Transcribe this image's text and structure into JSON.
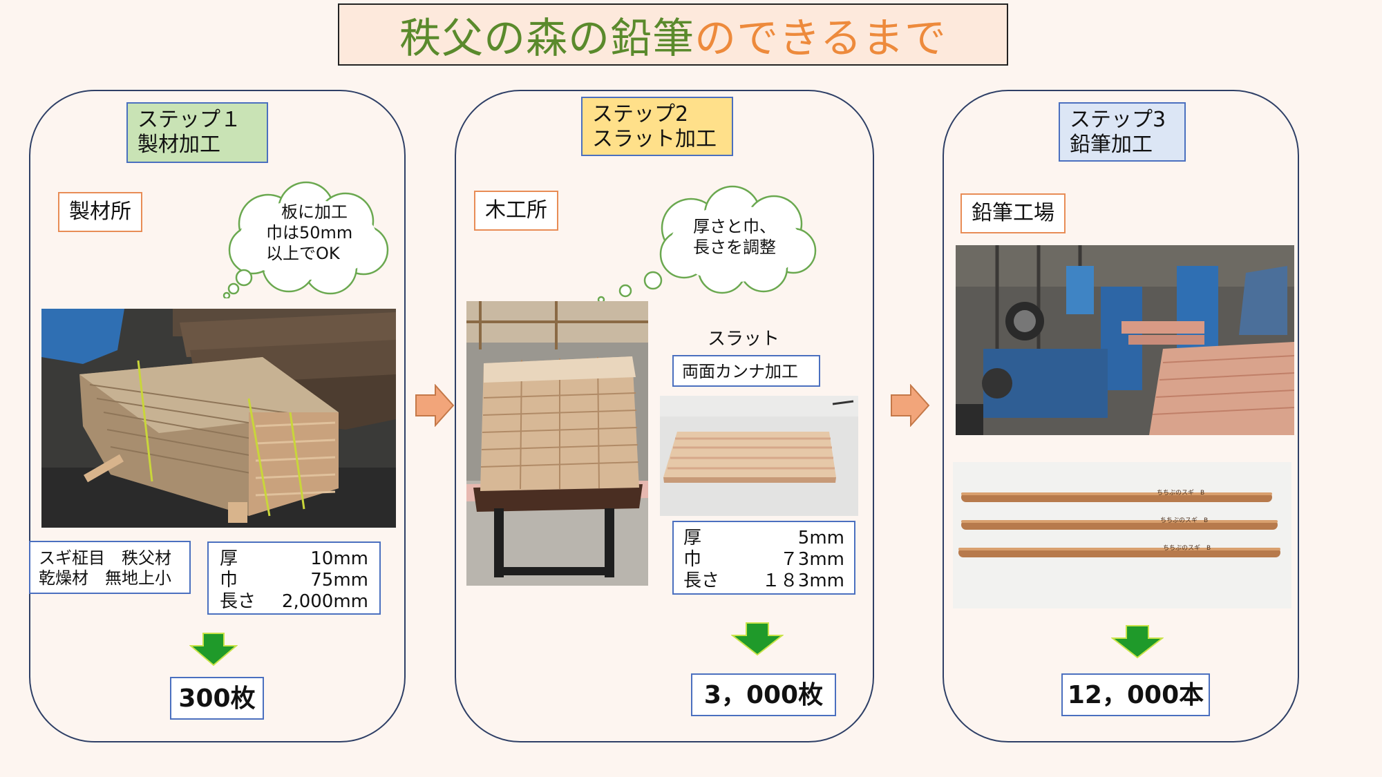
{
  "title": {
    "part1": "秩父の森の鉛筆",
    "part2": "のできるまで"
  },
  "colors": {
    "title_green": "#5a8a2c",
    "title_orange": "#ed8a3c",
    "step1_bg": "#c9e3b5",
    "step2_bg": "#ffe08a",
    "step3_bg": "#dce6f5",
    "arrow_down": "#1f9a2a",
    "arrow_right": "#f2a57a"
  },
  "step1": {
    "label_line1": "ステップ１",
    "label_line2": "製材加工",
    "location": "製材所",
    "thought_line1": "板に加工",
    "thought_line2": "巾は50mm",
    "thought_line3": "以上でOK",
    "material_line1": "スギ柾目　秩父材",
    "material_line2": "乾燥材　無地上小",
    "spec": [
      {
        "name": "厚",
        "value": "10mm"
      },
      {
        "name": "巾",
        "value": "75mm"
      },
      {
        "name": "長さ",
        "value": "2,000mm"
      }
    ],
    "count": "300枚"
  },
  "step2": {
    "label_line1": "ステップ2",
    "label_line2": "スラット加工",
    "location": "木工所",
    "thought_line1": "厚さと巾、",
    "thought_line2": "長さを調整",
    "slat_label": "スラット",
    "planing_label": "両面カンナ加工",
    "spec": [
      {
        "name": "厚",
        "value": "5mm"
      },
      {
        "name": "巾",
        "value": "７3mm"
      },
      {
        "name": "長さ",
        "value": "１８3mm"
      }
    ],
    "count": "3，000枚"
  },
  "step3": {
    "label_line1": "ステップ3",
    "label_line2": "鉛筆加工",
    "location": "鉛筆工場",
    "pencil_imprint": "ちちぶのスギ　B",
    "count": "12，000本"
  }
}
